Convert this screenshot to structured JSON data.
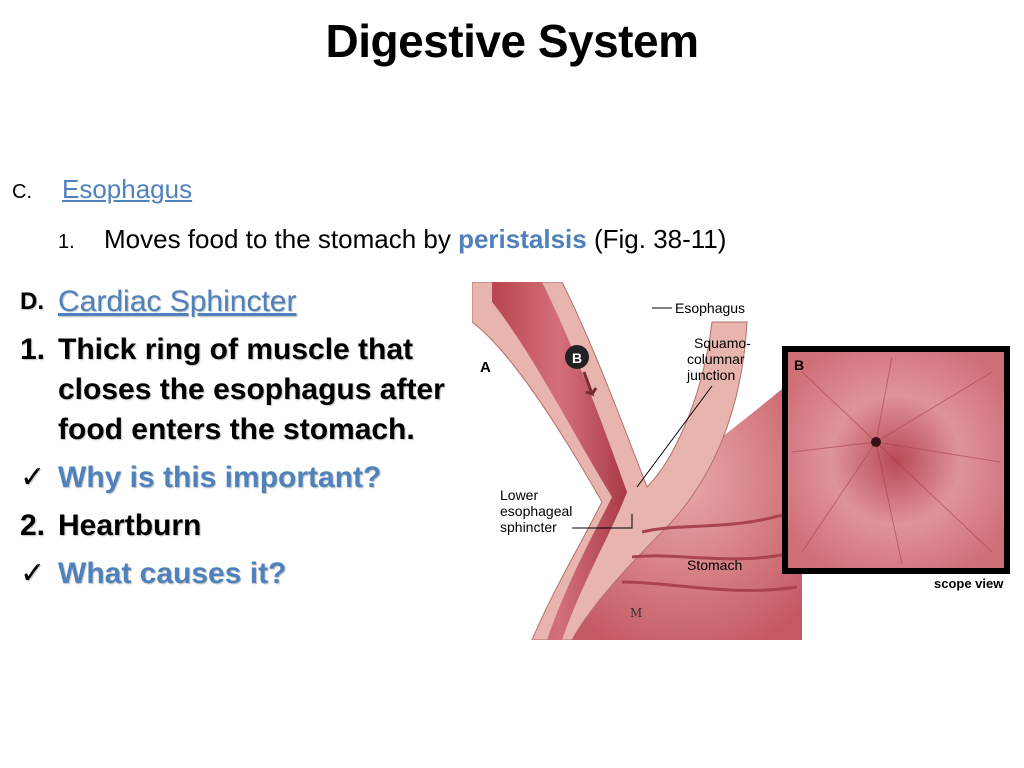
{
  "slide": {
    "title": "Digestive System",
    "section_c": {
      "marker": "C.",
      "heading": "Esophagus"
    },
    "item_c1": {
      "marker": "1.",
      "text_before": "Moves food to the stomach by",
      "emphasis": "peristalsis",
      "text_after": "(Fig. 38-11)"
    },
    "section_d": {
      "marker": "D.",
      "heading": "Cardiac Sphincter",
      "items": [
        {
          "marker": "1.",
          "text": "Thick ring of muscle that closes the esophagus after food enters the stomach."
        },
        {
          "marker": "✓",
          "text": "Why is this important?"
        },
        {
          "marker": "2.",
          "text": "Heartburn"
        },
        {
          "marker": "✓",
          "text": "What causes it?"
        }
      ]
    }
  },
  "figure": {
    "label_a": "A",
    "label_b": "B",
    "label_b_circle": "B",
    "esophagus_label": "Esophagus",
    "junction_label": [
      "Squamo-",
      "columnar",
      "junction"
    ],
    "sphincter_label": [
      "Lower",
      "esophageal",
      "sphincter"
    ],
    "stomach_label": "Stomach",
    "scope_label": "scope view"
  },
  "colors": {
    "accent": "#4f81bd",
    "tissue": "#c9535b",
    "wall": "#e8b4ae"
  }
}
